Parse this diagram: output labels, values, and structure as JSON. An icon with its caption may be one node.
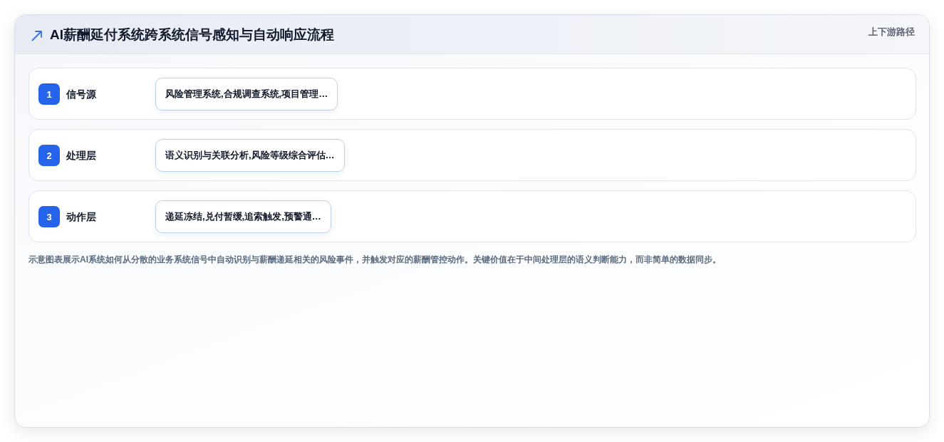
{
  "diagram": {
    "title": "AI薪酬延付系统跨系统信号感知与自动响应流程",
    "caption": "示意图表展示AI系统如何从分散的业务系统信号中自动识别与薪酬递延相关的风险事件，并触发对应的薪酬管控动作。关键价值在于中间处理层的语义判断能力，而非简单的数据同步。",
    "nodes": [
      {
        "text": [
          "信号源"
        ]
      },
      {
        "text": [
          "1"
        ],
        "in": 0
      },
      {
        "text": [
          "风险管理系统,合规调查系统,项目管理…"
        ],
        "in": 0
      },
      {
        "text": [
          "处理层"
        ]
      },
      {
        "text": [
          "2"
        ],
        "in": 3
      },
      {
        "text": [
          "语义识别与关联分析,风险等级综合评估…"
        ],
        "in": 3
      },
      {
        "text": [
          "动作层"
        ]
      },
      {
        "text": [
          "3"
        ],
        "in": 6
      },
      {
        "text": [
          "递延冻结,兑付暂缓,追索触发,预警通…"
        ],
        "in": 6
      }
    ],
    "labels": [
      "上下游路径"
    ]
  }
}
